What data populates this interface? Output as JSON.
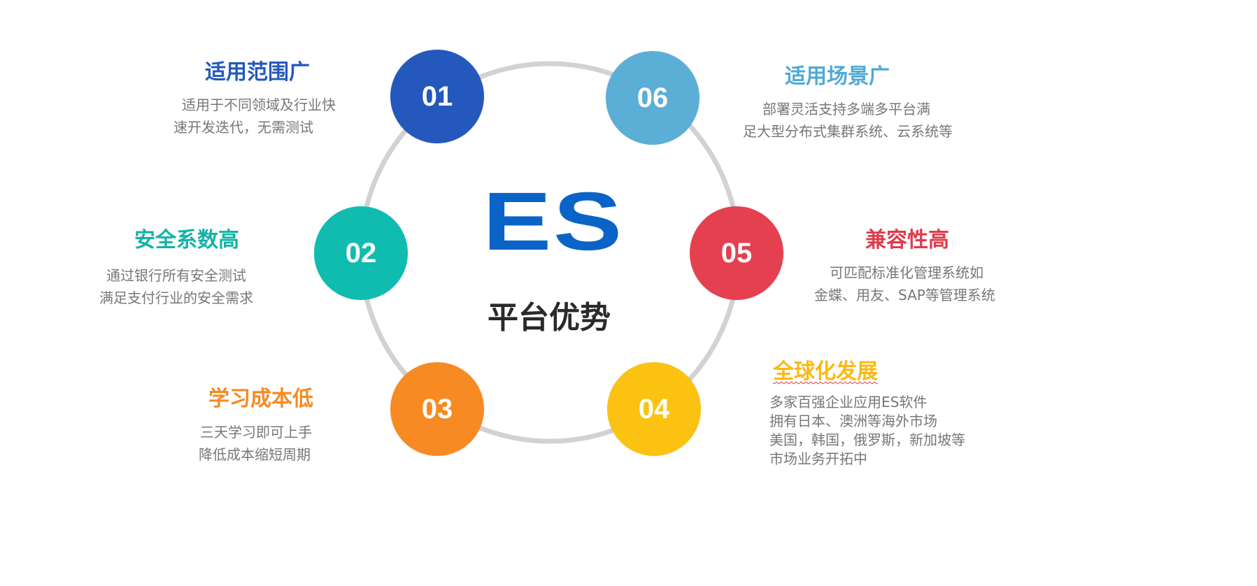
{
  "center": {
    "logo_text": "ES",
    "title": "平台优势"
  },
  "colors": {
    "ring": "#d2d2d2",
    "logo": "#0a64c8"
  },
  "items": [
    {
      "number": "01",
      "title": "适用范围广",
      "color": "#2458bd",
      "title_color": "#2458bd",
      "lines": [
        "适用于不同领域及行业快",
        "速开发迭代，无需测试"
      ]
    },
    {
      "number": "02",
      "title": "安全系数高",
      "color": "#0fbcaf",
      "title_color": "#12b3a5",
      "lines": [
        "通过银行所有安全测试",
        "满足支付行业的安全需求"
      ]
    },
    {
      "number": "03",
      "title": "学习成本低",
      "color": "#f78a22",
      "title_color": "#f78a22",
      "lines": [
        "三天学习即可上手",
        "降低成本缩短周期"
      ]
    },
    {
      "number": "04",
      "title": "全球化发展",
      "color": "#fcc212",
      "title_color": "#f9b915",
      "lines": [
        "多家百强企业应用ES软件",
        "拥有日本、澳洲等海外市场",
        "美国，韩国，俄罗斯，新加坡等",
        "市场业务开拓中"
      ]
    },
    {
      "number": "05",
      "title": "兼容性高",
      "color": "#e5404f",
      "title_color": "#e03b4b",
      "lines": [
        "可匹配标准化管理系统如",
        "金蝶、用友、SAP等管理系统"
      ]
    },
    {
      "number": "06",
      "title": "适用场景广",
      "color": "#5baed6",
      "title_color": "#4fa9d6",
      "lines": [
        "部署灵活支持多端多平台满",
        "足大型分布式集群系统、云系统等"
      ]
    }
  ]
}
